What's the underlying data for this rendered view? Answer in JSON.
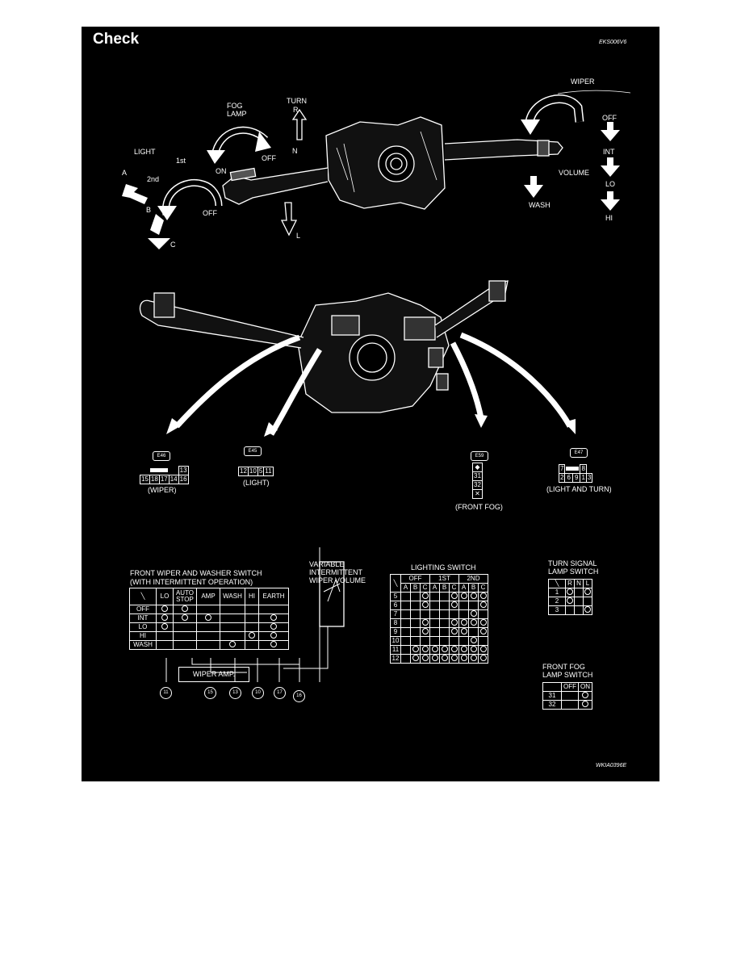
{
  "header": {
    "title": "Check",
    "doc_code": "EKS006V6",
    "figure_code": "WKIA0396E"
  },
  "switch_labels": {
    "light": "LIGHT",
    "a": "A",
    "b": "B",
    "c": "C",
    "first": "1st",
    "second": "2nd",
    "light_off": "OFF",
    "fog_lamp": "FOG\nLAMP",
    "fog_on": "ON",
    "fog_off": "OFF",
    "turn": "TURN",
    "r": "R",
    "n": "N",
    "l": "L",
    "wiper": "WIPER",
    "w_off": "OFF",
    "w_int": "INT",
    "w_lo": "LO",
    "w_hi": "HI",
    "volume": "VOLUME",
    "wash": "WASH"
  },
  "connectors": {
    "e46": {
      "code": "E46",
      "row1": [
        "13"
      ],
      "row2": [
        "15",
        "18",
        "17",
        "14",
        "16"
      ],
      "caption": "(WIPER)"
    },
    "e45": {
      "code": "E45",
      "row1": [
        "12",
        "10",
        "5",
        "11"
      ],
      "caption": "(LIGHT)"
    },
    "e59": {
      "code": "E59",
      "pins": [
        "31",
        "32"
      ],
      "caption": "(FRONT FOG)"
    },
    "e47": {
      "code": "E47",
      "row1": [
        "7",
        "8"
      ],
      "row2": [
        "2",
        "6",
        "9",
        "1",
        "3"
      ],
      "caption": "(LIGHT AND TURN)"
    }
  },
  "wiper_switch": {
    "title": "FRONT WIPER AND WASHER SWITCH",
    "subtitle": "(WITH INTERMITTENT OPERATION)",
    "columns": [
      "LO",
      "AUTO\nSTOP",
      "AMP",
      "WASH",
      "HI",
      "EARTH"
    ],
    "rows": [
      "OFF",
      "INT",
      "LO",
      "HI",
      "WASH"
    ],
    "amp_label": "WIPER AMP.",
    "terminals": [
      "11",
      "15",
      "13",
      "10",
      "17",
      "16"
    ],
    "volume_label": "VARIABLE\nINTERMITTENT\nWIPER VOLUME"
  },
  "lighting_switch": {
    "title": "LIGHTING SWITCH",
    "groups": [
      "OFF",
      "1ST",
      "2ND"
    ],
    "subcols": [
      "A",
      "B",
      "C",
      "A",
      "B",
      "C",
      "A",
      "B",
      "C"
    ],
    "rows": [
      "5",
      "6",
      "7",
      "8",
      "9",
      "10",
      "11",
      "12"
    ]
  },
  "turn_switch": {
    "title": "TURN SIGNAL\nLAMP SWITCH",
    "columns": [
      "R",
      "N",
      "L"
    ],
    "rows": [
      "1",
      "2",
      "3"
    ]
  },
  "fog_switch": {
    "title": "FRONT FOG\nLAMP SWITCH",
    "columns": [
      "OFF",
      "ON"
    ],
    "rows": [
      "31",
      "32"
    ]
  }
}
